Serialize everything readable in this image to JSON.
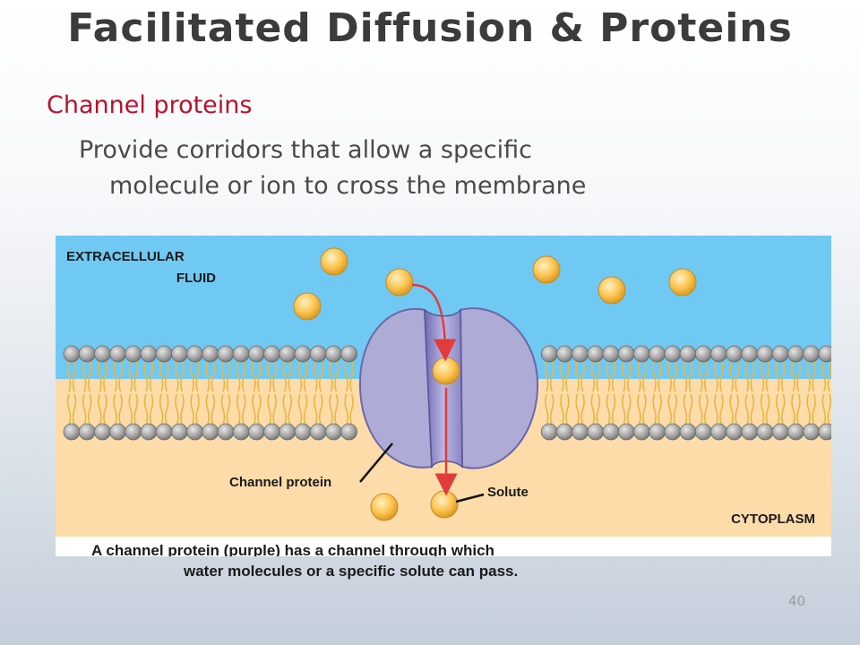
{
  "slide": {
    "title": "Facilitated Diffusion & Proteins",
    "subheading": "Channel proteins",
    "body_line1": "Provide corridors that allow a specific",
    "body_line2": "molecule or ion to cross the membrane",
    "page_number": "40"
  },
  "diagram": {
    "label_extracellular_1": "EXTRACELLULAR",
    "label_extracellular_2": "FLUID",
    "label_cytoplasm": "CYTOPLASM",
    "label_channel_protein": "Channel protein",
    "label_solute": "Solute",
    "caption_line1": "A channel protein (purple) has a channel through which",
    "caption_line2": "water molecules or a specific solute can pass.",
    "colors": {
      "extracellular": "#70c9f2",
      "cytoplasm": "#fddcaa",
      "protein": "#aeabd6",
      "channel": "#8a86c4",
      "solute": "#fcc34f",
      "arrow": "#e23b3b",
      "lipid_head": "#9a9a9a",
      "lipid_tail": "#e8b640"
    }
  }
}
